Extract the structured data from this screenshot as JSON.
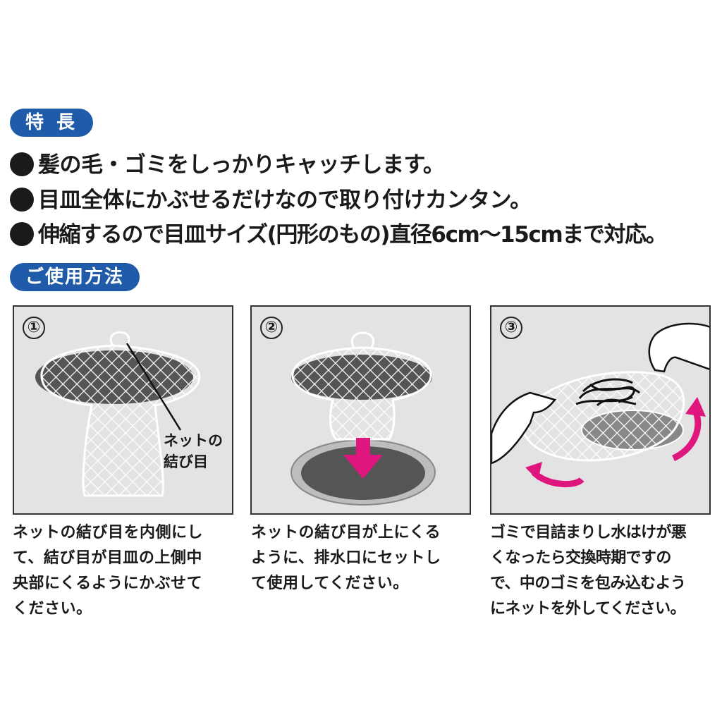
{
  "features": {
    "heading": "特長",
    "items": [
      "髪の毛・ゴミをしっかりキャッチします。",
      "目皿全体にかぶせるだけなので取り付けカンタン。",
      "伸縮するので目皿サイズ(円形のもの)直径6cm〜15cmまで対応。"
    ]
  },
  "usage": {
    "heading": "ご使用方法",
    "steps": [
      {
        "number": "①",
        "label": "ネットの\n結び目",
        "lines": [
          "ネットの結び目を内側にし",
          "て、結び目が目皿の上側中",
          "央部にくるようにかぶせて",
          "ください。"
        ]
      },
      {
        "number": "②",
        "lines": [
          "ネットの結び目が上にくる",
          "ように、排水口にセットし",
          "て使用してください。"
        ]
      },
      {
        "number": "③",
        "lines": [
          "ゴミで目詰まりし水はけが悪",
          "くなったら交換時期ですの",
          "で、中のゴミを包み込むよう",
          "にネットを外してください。"
        ]
      }
    ]
  },
  "colors": {
    "pill": "#1f5ba8",
    "arrow": "#e0167f",
    "panel": "#e3e3e3"
  }
}
